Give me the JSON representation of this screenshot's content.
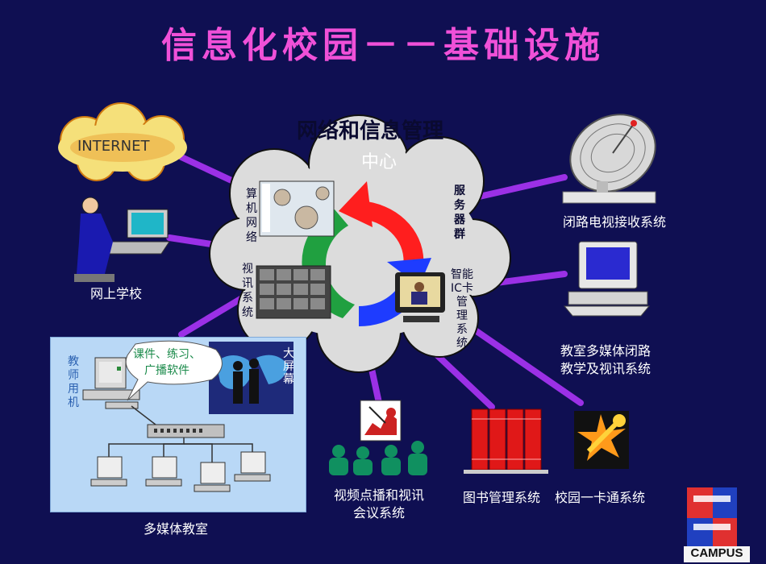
{
  "title": "信息化校园－－基础设施",
  "hub": {
    "title": "网络和信息管理",
    "subtitle": "中心",
    "computer_network": "算机网络",
    "video_system": "视讯系统",
    "server_group": "服务器群",
    "ic_card_1": "智能",
    "ic_card_2": "IC卡",
    "ic_card_3": "管理系统"
  },
  "nodes": {
    "internet": "INTERNET",
    "online_school": "网上学校",
    "cctv": "闭路电视接收系统",
    "classroom_av_1": "教室多媒体闭路",
    "classroom_av_2": "教学及视讯系统",
    "vod_1": "视频点播和视讯",
    "vod_2": "会议系统",
    "library": "图书管理系统",
    "campus_card": "校园一卡通系统",
    "multimedia_room": "多媒体教室"
  },
  "classroom_detail": {
    "teacher_pc": "教师用机",
    "bubble_1": "课件、练习、",
    "bubble_2": "广播软件",
    "big_screen": "大屏幕"
  },
  "logo": {
    "text": "CAMPUS"
  },
  "colors": {
    "background": "#0f0f52",
    "title": "#f050d8",
    "link": "#9b30e6",
    "cloud": "#dcdcdc"
  }
}
